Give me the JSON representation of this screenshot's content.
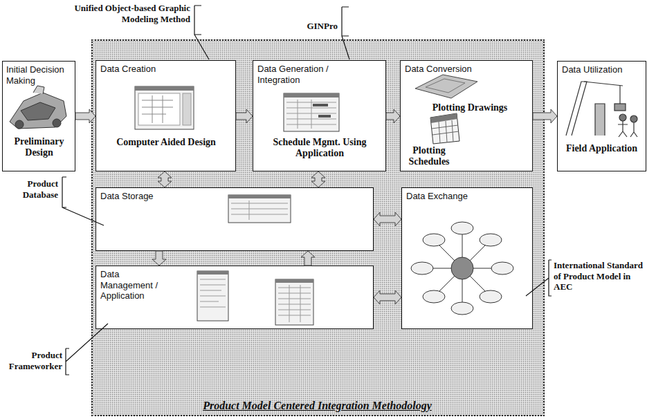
{
  "diagram": {
    "nodes": [
      {
        "text": [
          "Initial Decision Making",
          "Preliminary Design"
        ]
      },
      {
        "text": [
          "Product Model Centered Integration Methodology"
        ]
      },
      {
        "text": [
          "Data Creation",
          "Computer Aided Design"
        ],
        "in": 1
      },
      {
        "text": [
          "Data Generation / Integration",
          "Schedule Mgmt. Using Application"
        ],
        "in": 1
      },
      {
        "text": [
          "Data Conversion",
          "Plotting Drawings",
          "Plotting Schedules"
        ],
        "in": 1
      },
      {
        "text": [
          "Data Storage"
        ],
        "in": 1
      },
      {
        "text": [
          "Data Management / Application"
        ],
        "in": 1
      },
      {
        "text": [
          "Data Exchange"
        ],
        "in": 1
      },
      {
        "text": [
          "Data Utilization",
          "Field Application"
        ]
      }
    ],
    "edges": [
      {
        "from": 0,
        "to": 2,
        "arrow": "to"
      },
      {
        "from": 2,
        "to": 3,
        "arrow": "to"
      },
      {
        "from": 3,
        "to": 4,
        "arrow": "to"
      },
      {
        "from": 4,
        "to": 8,
        "arrow": "to"
      },
      {
        "from": 2,
        "to": 5,
        "arrow": "both"
      },
      {
        "from": 3,
        "to": 5,
        "arrow": "both"
      },
      {
        "from": 5,
        "to": 7,
        "arrow": "both"
      },
      {
        "from": 5,
        "to": 6,
        "arrow": "to"
      },
      {
        "from": 6,
        "to": 5,
        "arrow": "to"
      },
      {
        "from": 6,
        "to": 7,
        "arrow": "both"
      }
    ],
    "labels": [
      "Unified Object-based Graphic Modeling Method",
      "GINPro",
      "Product Database",
      "International Standard of Product Model in AEC",
      "Product Frameworker"
    ]
  }
}
